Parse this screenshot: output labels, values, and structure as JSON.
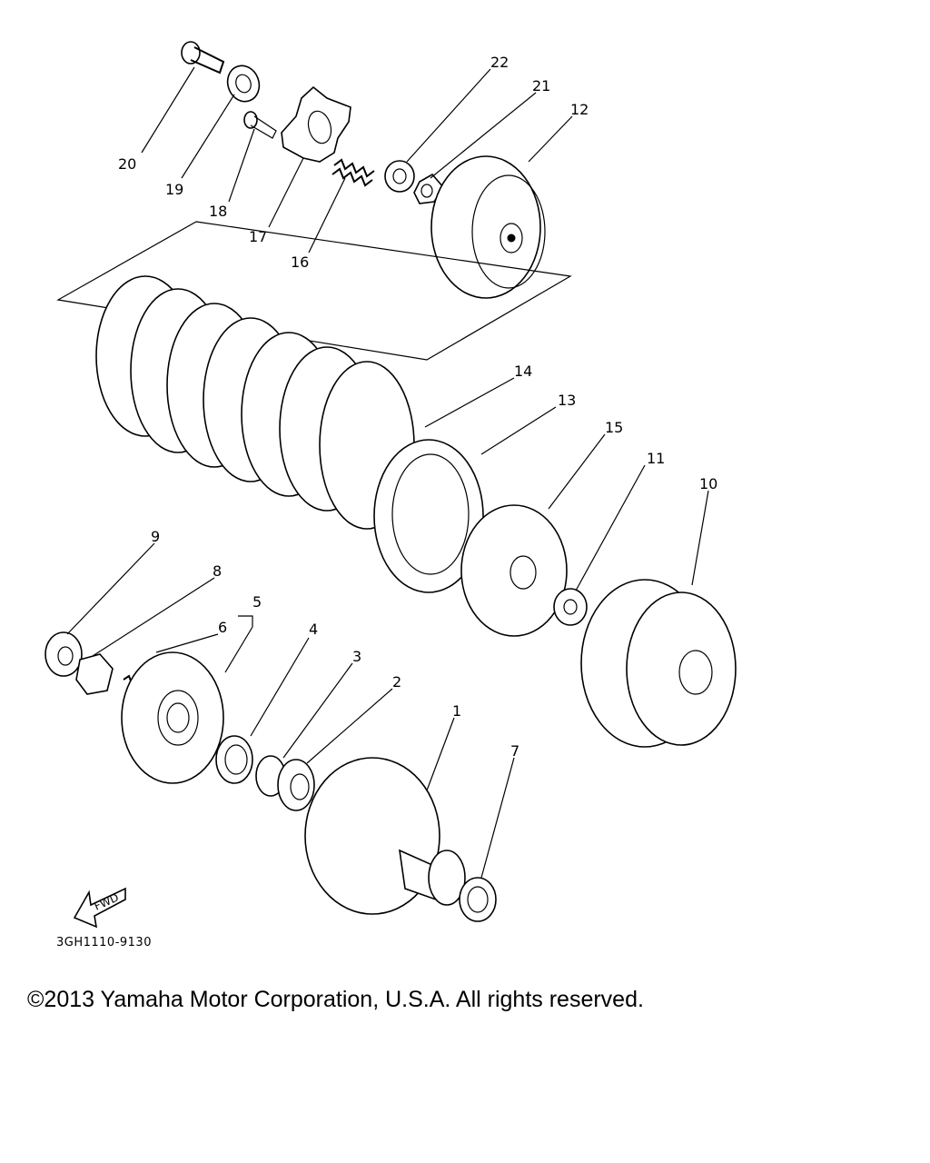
{
  "callouts": [
    {
      "id": "1",
      "label": "1"
    },
    {
      "id": "2",
      "label": "2"
    },
    {
      "id": "3",
      "label": "3"
    },
    {
      "id": "4",
      "label": "4"
    },
    {
      "id": "5",
      "label": "5"
    },
    {
      "id": "6",
      "label": "6"
    },
    {
      "id": "7",
      "label": "7"
    },
    {
      "id": "8",
      "label": "8"
    },
    {
      "id": "9",
      "label": "9"
    },
    {
      "id": "10",
      "label": "10"
    },
    {
      "id": "11",
      "label": "11"
    },
    {
      "id": "12",
      "label": "12"
    },
    {
      "id": "13",
      "label": "13"
    },
    {
      "id": "14",
      "label": "14"
    },
    {
      "id": "15",
      "label": "15"
    },
    {
      "id": "16",
      "label": "16"
    },
    {
      "id": "17",
      "label": "17"
    },
    {
      "id": "18",
      "label": "18"
    },
    {
      "id": "19",
      "label": "19"
    },
    {
      "id": "20",
      "label": "20"
    },
    {
      "id": "21",
      "label": "21"
    },
    {
      "id": "22",
      "label": "22"
    }
  ],
  "direction_label": "FWD",
  "diagram_code": "3GH1110-9130",
  "copyright": "©2013 Yamaha Motor Corporation, U.S.A. All rights reserved."
}
